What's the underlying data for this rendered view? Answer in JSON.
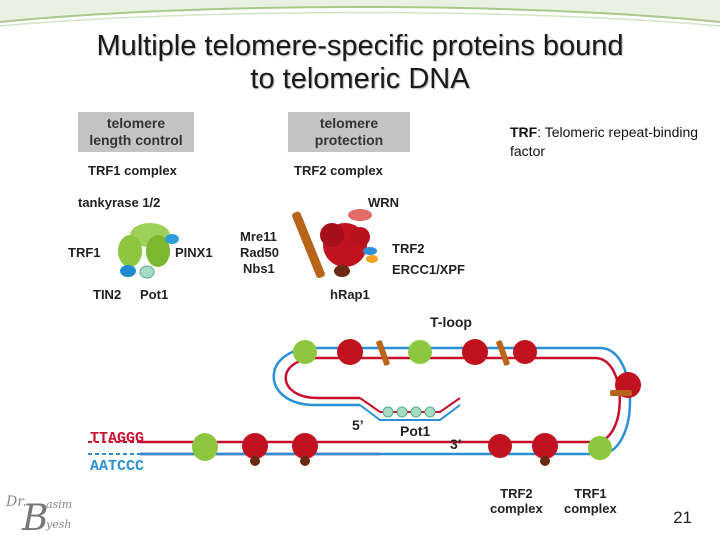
{
  "slide": {
    "title_line1": "Multiple telomere-specific proteins bound",
    "title_line2": "to telomeric DNA",
    "page_number": "21"
  },
  "note": {
    "term": "TRF",
    "definition": ": Telomeric repeat-binding factor"
  },
  "figure": {
    "left_box": "telomere length control",
    "left_box_line1": "telomere",
    "left_box_line2": "length control",
    "right_box_line1": "telomere",
    "right_box_line2": "protection",
    "trf1_complex_label": "TRF1 complex",
    "trf2_complex_label": "TRF2 complex",
    "tankyrase": "tankyrase 1/2",
    "trf1": "TRF1",
    "pinx1": "PINX1",
    "tin2": "TIN2",
    "pot1": "Pot1",
    "mre11": "Mre11",
    "rad50": "Rad50",
    "nbs1": "Nbs1",
    "wrn": "WRN",
    "trf2": "TRF2",
    "ercc1": "ERCC1/XPF",
    "hrap1": "hRap1",
    "tloop": "T-loop",
    "five_prime": "5’",
    "three_prime": "3’",
    "pot1_loop": "Pot1",
    "seq_top": "TTAGGG",
    "seq_bottom": "AATCCC",
    "bottom_trf2_line1": "TRF2",
    "bottom_trf2_line2": "complex",
    "bottom_trf1_line1": "TRF1",
    "bottom_trf1_line2": "complex"
  },
  "colors": {
    "dna_blue": "#2b8fd6",
    "dna_red": "#c8102e",
    "trf1_green": "#8dc63f",
    "trf2_red": "#c1121f",
    "rad50_brown": "#b8651b",
    "label_gray": "#c4c4c4"
  }
}
